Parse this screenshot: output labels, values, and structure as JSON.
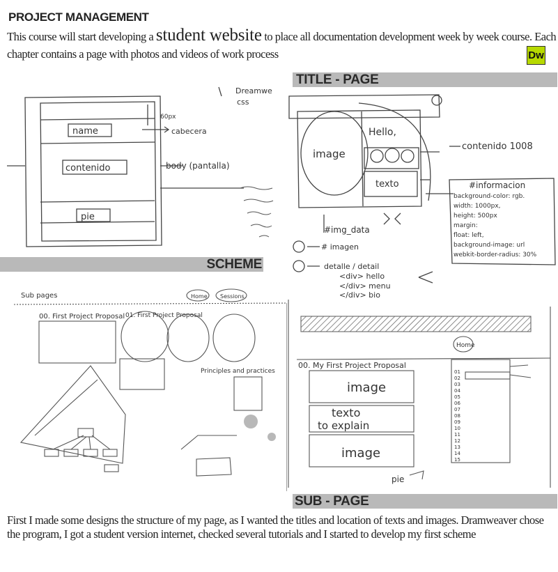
{
  "header": {
    "title": "PROJECT MANAGEMENT",
    "intro_before": "This course will start developing a ",
    "intro_emphasis": "student website",
    "intro_after": " to place all documentation development week by week course. Each chapter contains a page with photos and videos of work process"
  },
  "badge": {
    "label": "Dw",
    "color": "#b7d900"
  },
  "sections": {
    "title_page": "TITLE - PAGE",
    "scheme": "SCHEME",
    "sub_page": "SUB - PAGE"
  },
  "sketch_scheme": {
    "name": "name",
    "contenido": "contenido",
    "pie": "pie",
    "cabecera": "cabecera",
    "body": "body (pantalla)",
    "px": "60px",
    "dreamweaver": "Dreamwe",
    "css": "css"
  },
  "sketch_title": {
    "image": "image",
    "hello": "Hello,",
    "texto": "texto",
    "contenido_note": "contenido 1008",
    "informacion": "#informacion",
    "img_data": "#img_data",
    "imagen": "# imagen",
    "detalle": "detalle / detail",
    "div_hello": "<div> hello",
    "div_menu": "</div> menu",
    "div_bio": "</div> bio",
    "css_notes": [
      "background-color: rgb.",
      "width: 1000px,",
      "height: 500px",
      "margin:",
      "float: left,",
      "background-image: url",
      "webkit-border-radius: 30%"
    ]
  },
  "sketch_scheme2": {
    "sub_pages": "Sub pages",
    "home": "Home",
    "sessions": "Sessions",
    "first_proposal": "00. First Project Proposal",
    "principles": "Principles and practices",
    "first_title": "01. First Project Proposal"
  },
  "sketch_sub": {
    "proposal": "00. My First Project Proposal",
    "image1": "image",
    "texto": "texto",
    "to_explain": "to explain",
    "image2": "image",
    "home": "Home",
    "pie": "pie",
    "list": [
      "01",
      "02",
      "03",
      "04",
      "05",
      "06",
      "07",
      "08",
      "09",
      "10",
      "11",
      "12",
      "13",
      "14",
      "15"
    ]
  },
  "footer": {
    "text": "First I made some designs the structure of my page, as I wanted the titles and location of texts and images. Dramweaver chose the program, I got a student version internet, checked several tutorials and I started to develop my first scheme"
  }
}
